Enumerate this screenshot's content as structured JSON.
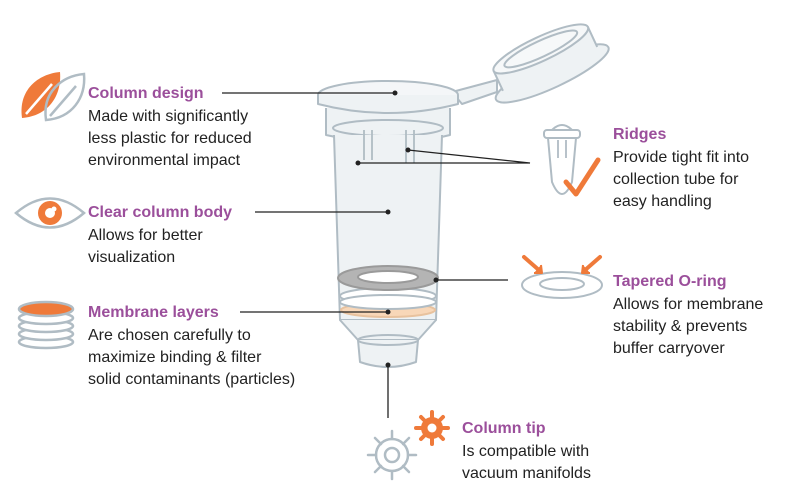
{
  "colors": {
    "title": "#9b4f9b",
    "accent": "#ef7a3a",
    "outline": "#b0bcc4",
    "fill": "#eef2f4",
    "ring": "#b4b4b4",
    "membrane": "#f8d7b8",
    "text": "#222222",
    "leader": "#222222"
  },
  "callouts": [
    {
      "id": "column-design",
      "icon": "leaf-icon",
      "title": "Column design",
      "lines": [
        "Made with significantly",
        "less plastic for reduced",
        "environmental impact"
      ]
    },
    {
      "id": "clear-body",
      "icon": "eye-icon",
      "title": "Clear column body",
      "lines": [
        "Allows for better",
        "visualization"
      ]
    },
    {
      "id": "membrane-layers",
      "icon": "membrane-stack-icon",
      "title": "Membrane layers",
      "lines": [
        "Are chosen carefully to",
        "maximize binding & filter",
        "solid contaminants (particles)"
      ]
    },
    {
      "id": "ridges",
      "icon": "tube-check-icon",
      "title": "Ridges",
      "lines": [
        "Provide tight fit into",
        "collection tube for",
        "easy handling"
      ]
    },
    {
      "id": "tapered-o-ring",
      "icon": "o-ring-icon",
      "title": "Tapered O-ring",
      "lines": [
        "Allows for membrane",
        "stability & prevents",
        "buffer carryover"
      ]
    },
    {
      "id": "column-tip",
      "icon": "gears-icon",
      "title": "Column tip",
      "lines": [
        "Is compatible with",
        "vacuum manifolds"
      ]
    }
  ]
}
